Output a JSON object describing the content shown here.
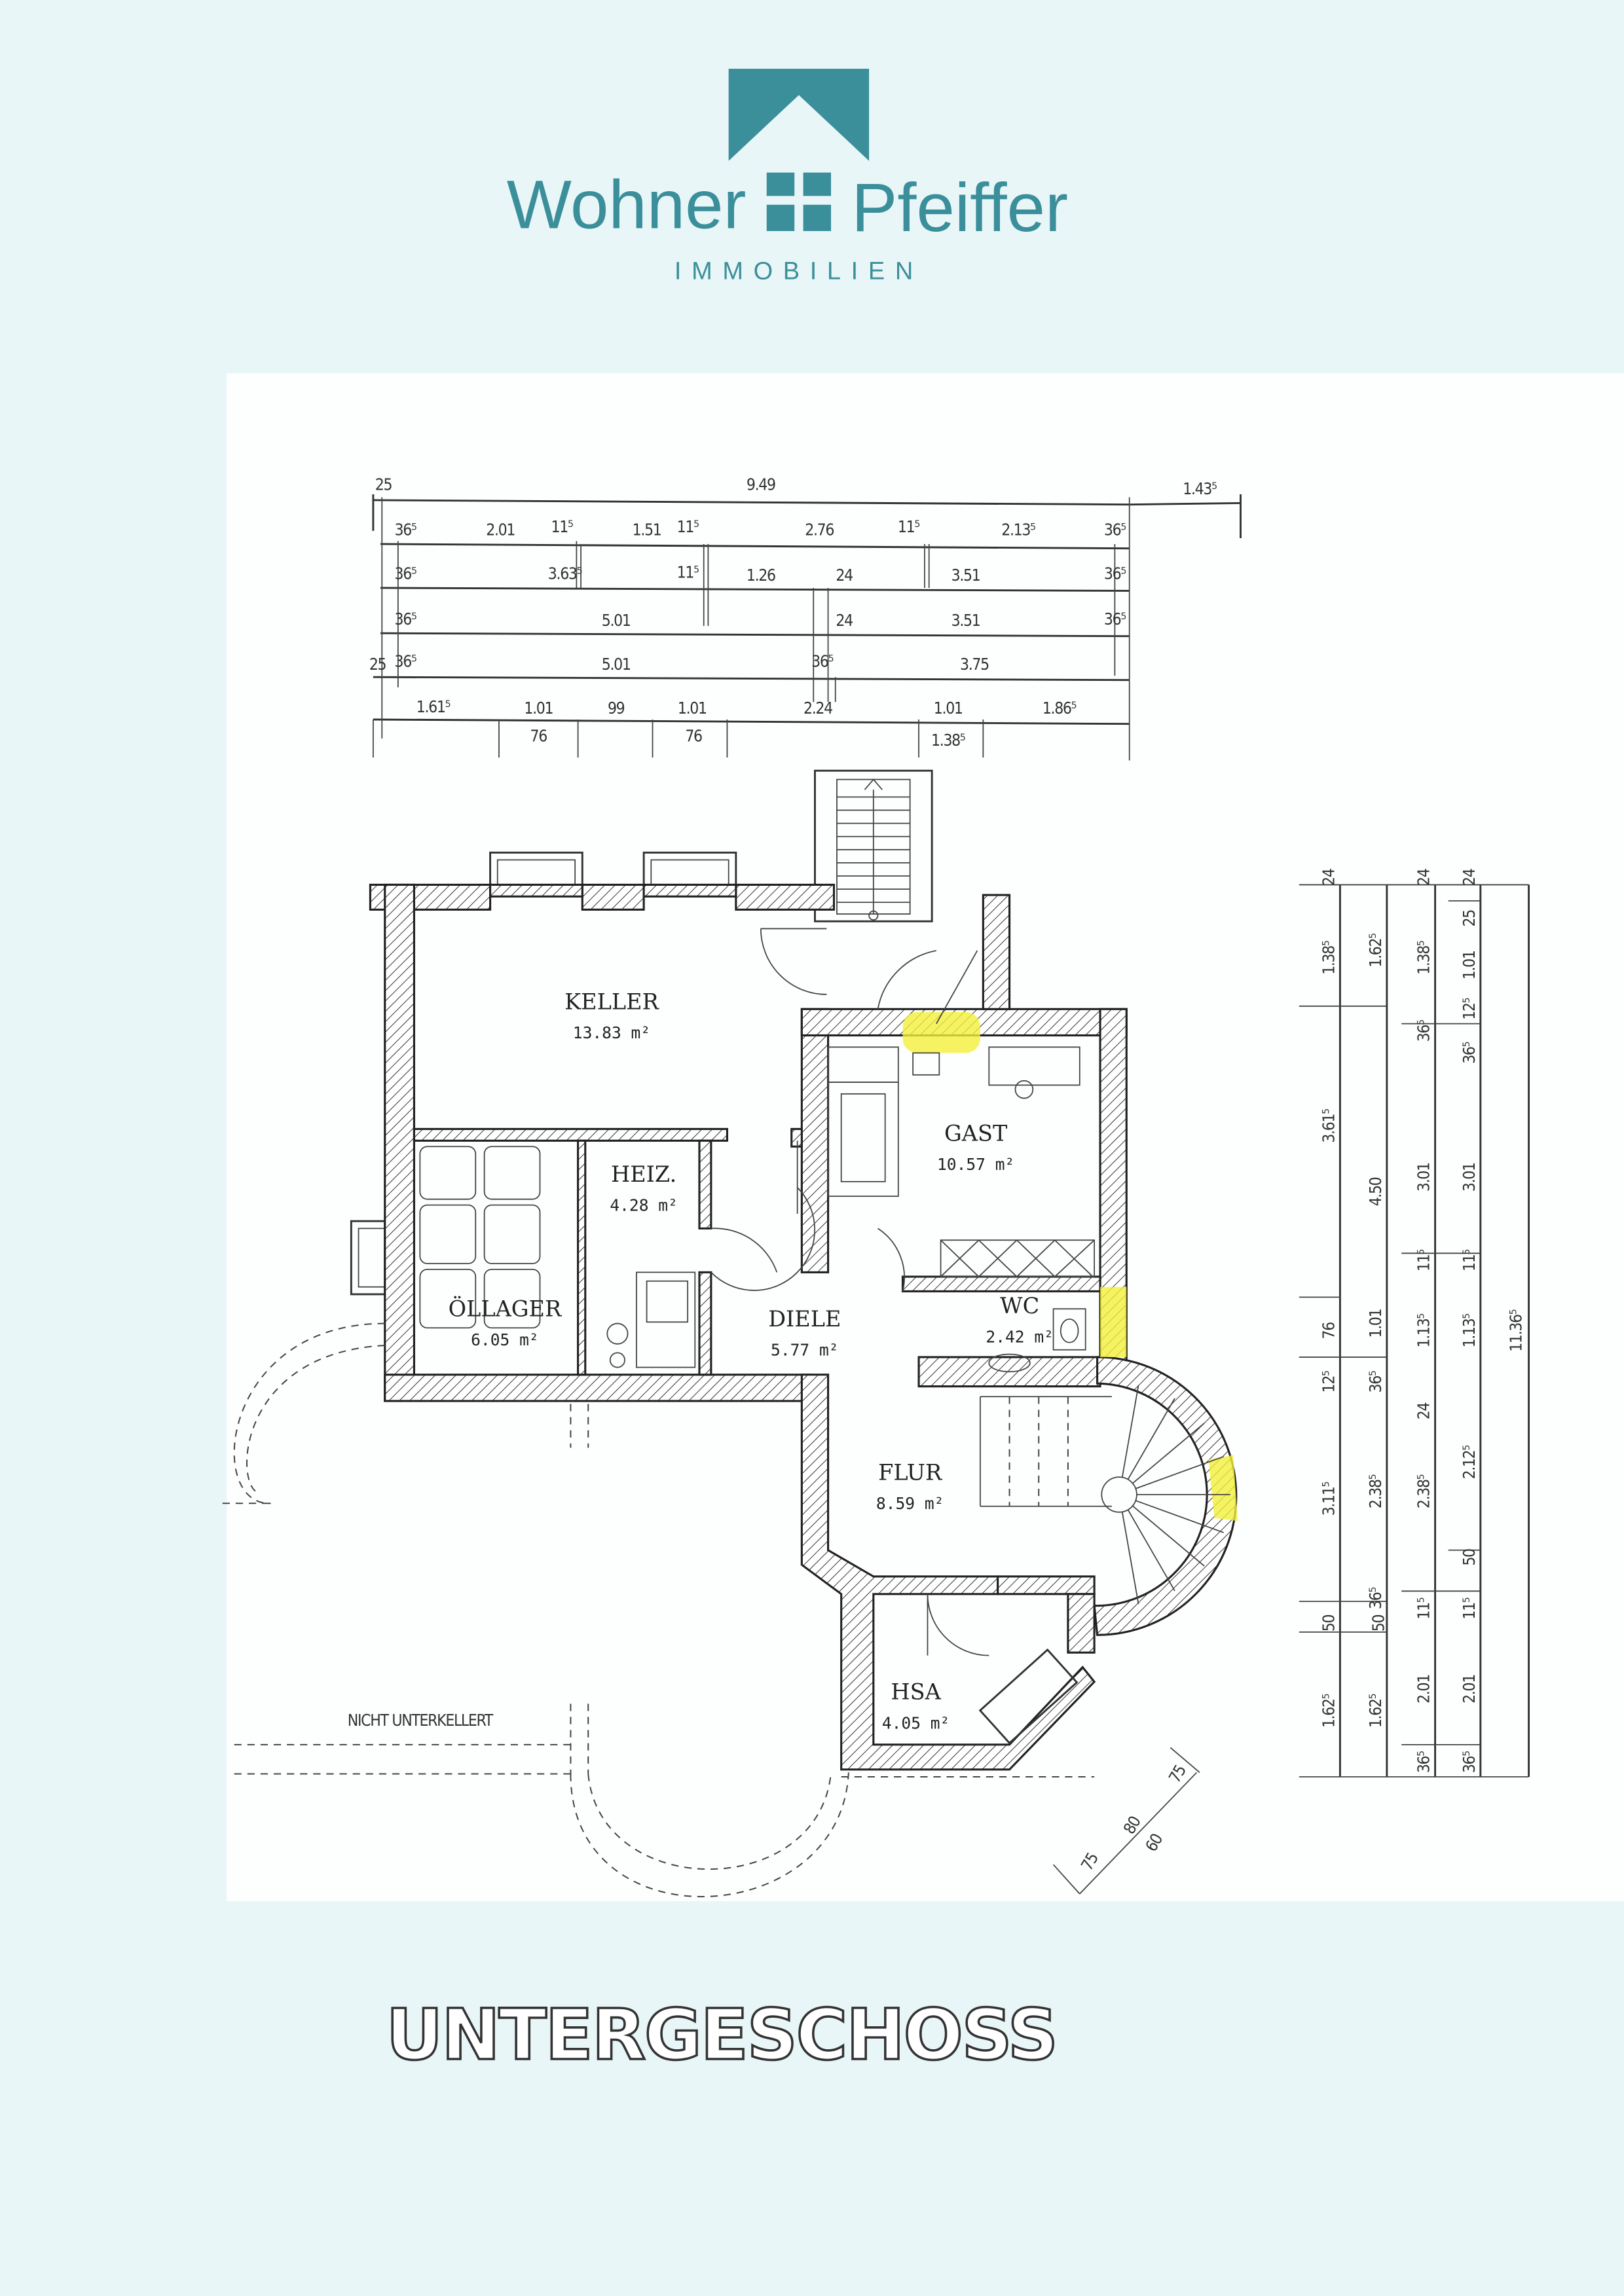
{
  "logo": {
    "name_left": "Wohner",
    "name_right": "Pfeiffer",
    "tagline": "IMMOBILIEN",
    "color": "#3b8f9a"
  },
  "title": "UNTERGESCHOSS",
  "note": "NICHT UNTERKELLERT",
  "rooms": [
    {
      "name": "KELLER",
      "area": "13.83 m²"
    },
    {
      "name": "HEIZ.",
      "area": "4.28 m²"
    },
    {
      "name": "GAST",
      "area": "10.57 m²"
    },
    {
      "name": "ÖLLAGER",
      "area": "6.05 m²"
    },
    {
      "name": "DIELE",
      "area": "5.77 m²"
    },
    {
      "name": "WC",
      "area": "2.42 m²"
    },
    {
      "name": "FLUR",
      "area": "8.59 m²"
    },
    {
      "name": "HSA",
      "area": "4.05 m²"
    }
  ],
  "highlight_color": "#f3f03a",
  "top_dims": [
    [
      "25",
      "9.49",
      "1.43⁵"
    ],
    [
      "36⁵",
      "2.01",
      "11⁵",
      "1.51",
      "11⁵",
      "2.76",
      "11⁵",
      "2.13⁵",
      "36⁵"
    ],
    [
      "36⁵",
      "3.63⁵",
      "11⁵",
      "1.26",
      "24",
      "3.51",
      "36⁵"
    ],
    [
      "36⁵",
      "5.01",
      "24",
      "3.51",
      "36⁵"
    ],
    [
      "25",
      "36⁵",
      "5.01",
      "36⁵",
      "3.75"
    ],
    [
      "1.61⁵",
      "1.01",
      "99",
      "1.01",
      "2.24",
      "1.01",
      "1.86⁵"
    ],
    [
      "76",
      "76",
      "1.38⁵"
    ]
  ],
  "right_dims": [
    [
      "24",
      "1.38⁵",
      "3.61⁵",
      "76",
      "12⁵",
      "3.11⁵",
      "50",
      "1.62⁵"
    ],
    [
      "1.62⁵",
      "4.50",
      "1.01",
      "36⁵",
      "2.38⁵",
      "36⁵",
      "50",
      "1.62⁵"
    ],
    [
      "24",
      "1.38⁵",
      "36⁵",
      "3.01",
      "11⁵",
      "1.13⁵",
      "24",
      "2.38⁵",
      "11⁵",
      "2.01",
      "36⁵"
    ],
    [
      "24",
      "25",
      "1.01",
      "12⁵",
      "36⁵",
      "3.01",
      "11⁵",
      "1.13⁵",
      "2.12⁵",
      "50",
      "11⁵",
      "2.01",
      "36⁵"
    ],
    [
      "11.36⁵"
    ]
  ],
  "bottom_dims": [
    "75",
    "80",
    "60",
    "75"
  ]
}
